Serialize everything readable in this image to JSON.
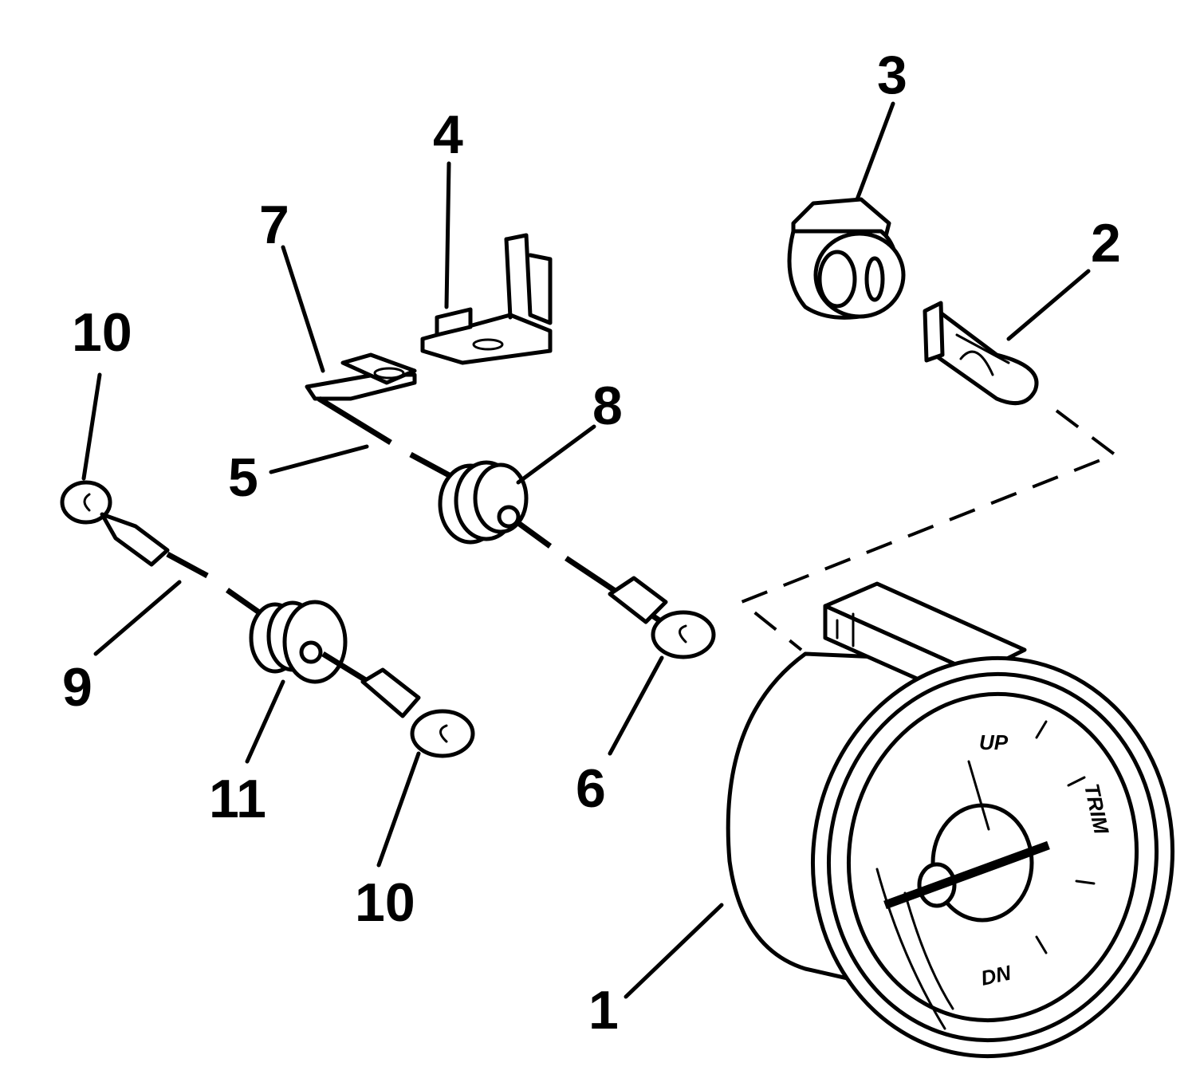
{
  "callouts": {
    "c1": "1",
    "c2": "2",
    "c3": "3",
    "c4": "4",
    "c5": "5",
    "c6": "6",
    "c7": "7",
    "c8": "8",
    "c9": "9",
    "c10a": "10",
    "c10b": "10",
    "c11": "11"
  },
  "gauge": {
    "label_up": "UP",
    "label_dn": "DN",
    "label_trim": "TRIM"
  },
  "colors": {
    "ink": "#000000",
    "paper": "#ffffff"
  }
}
